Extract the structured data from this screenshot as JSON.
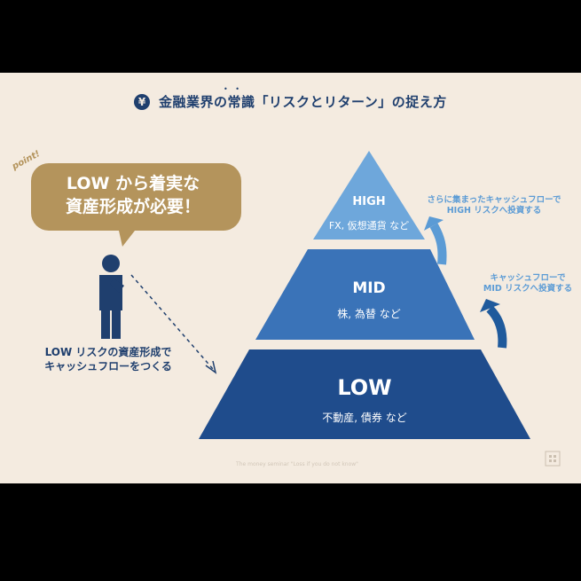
{
  "title": {
    "icon": "yen-icon",
    "text": "金融業界の常識「リスクとリターン」の捉え方",
    "yen": "¥"
  },
  "speech": {
    "tag": "point!",
    "line1": "LOW から着実な",
    "line2": "資産形成が必要！"
  },
  "caption": {
    "line1": "LOW リスクの資産形成で",
    "line2": "キャッシュフローをつくる"
  },
  "pyramid": [
    {
      "level": "HIGH",
      "examples": "FX, 仮想通貨 など",
      "color": "#6ea7db"
    },
    {
      "level": "MID",
      "examples": "株, 為替 など",
      "color": "#3a73b8"
    },
    {
      "level": "LOW",
      "examples": "不動産, 債券 など",
      "color": "#1f4c8c"
    }
  ],
  "notes": {
    "high_line1": "さらに集まったキャッシュフローで",
    "high_line2": "HIGH リスクへ投資する",
    "mid_line1": "キャッシュフローで",
    "mid_line2": "MID リスクへ投資する"
  },
  "footer": "The money seminar \"Loss if you do not know\"",
  "colors": {
    "background": "#f4ebe0",
    "navy": "#1f3f6e",
    "bubble": "#b4945c",
    "note_blue": "#5b9bd5"
  }
}
